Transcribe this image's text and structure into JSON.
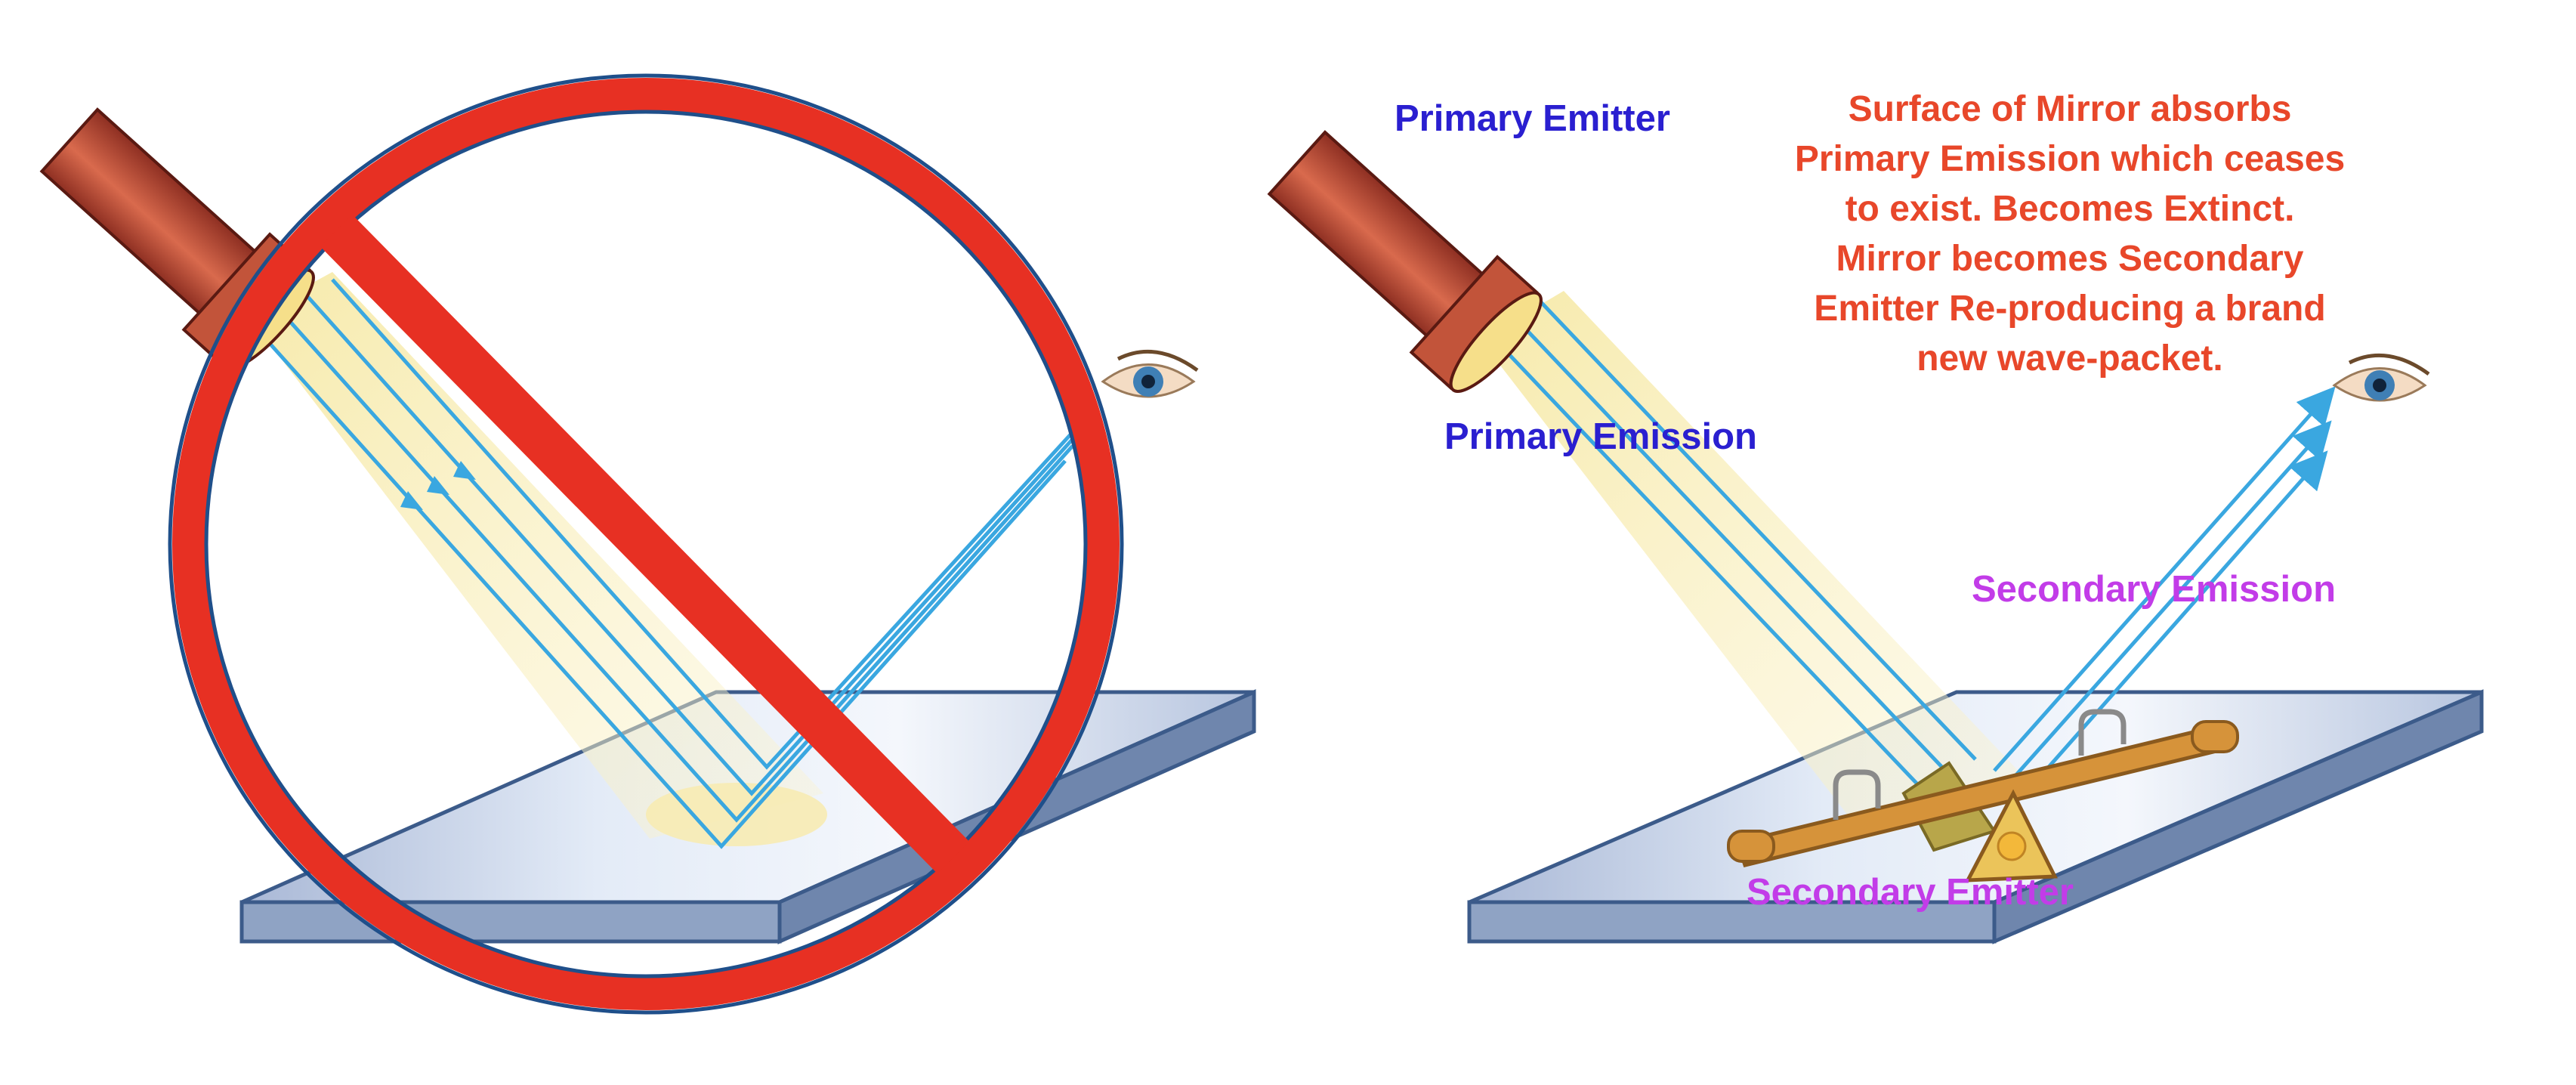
{
  "labels": {
    "primary_emitter": "Primary Emitter",
    "primary_emission": "Primary Emission",
    "secondary_emission": "Secondary Emission",
    "secondary_emitter": "Secondary Emitter"
  },
  "note_lines": [
    "Surface of Mirror absorbs",
    "Primary Emission which ceases",
    "to exist. Becomes Extinct.",
    "Mirror becomes Secondary",
    "Emitter Re-producing a brand",
    "new wave-packet."
  ],
  "colors": {
    "label_blue": "#2a1fd0",
    "label_purple": "#c23ce8",
    "note_red": "#e8472a",
    "prohibition_red": "#e73023",
    "ray_blue": "#3aa7e0",
    "flashlight_body": "#c2543a",
    "mirror_blue": "#8fa3c4",
    "seesaw_wood": "#d6933a"
  },
  "icons": {
    "flashlight": "flashlight-icon",
    "eye": "eye-icon",
    "mirror": "mirror-icon",
    "seesaw": "seesaw-icon",
    "prohibition": "no-sign-icon"
  }
}
